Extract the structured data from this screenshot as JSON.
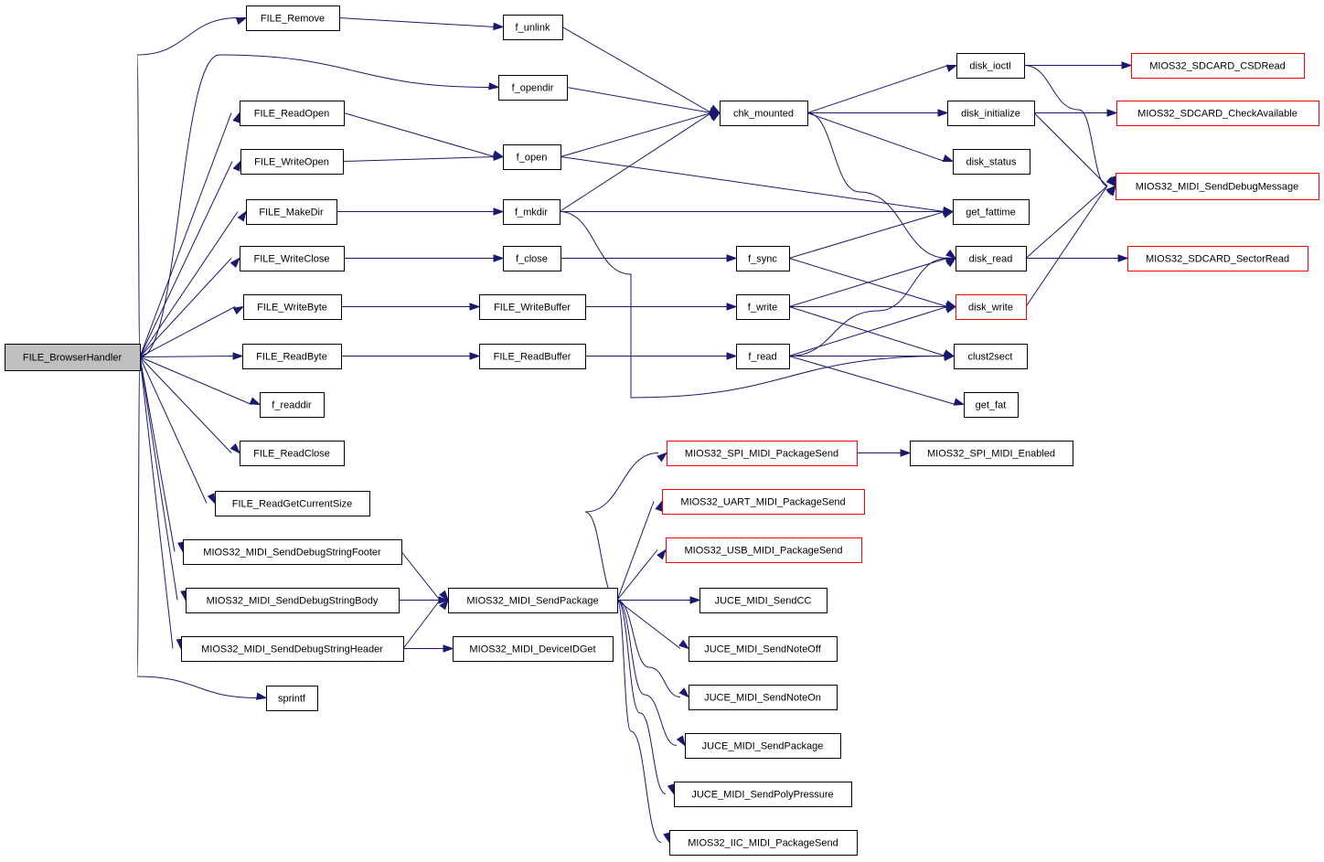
{
  "nodes": {
    "browser": {
      "label": "FILE_BrowserHandler",
      "root": true
    },
    "remove": {
      "label": "FILE_Remove"
    },
    "readopen": {
      "label": "FILE_ReadOpen"
    },
    "writeopen": {
      "label": "FILE_WriteOpen"
    },
    "makedir": {
      "label": "FILE_MakeDir"
    },
    "writeclose": {
      "label": "FILE_WriteClose"
    },
    "writebyte": {
      "label": "FILE_WriteByte"
    },
    "readbyte": {
      "label": "FILE_ReadByte"
    },
    "readdir": {
      "label": "f_readdir"
    },
    "readclose": {
      "label": "FILE_ReadClose"
    },
    "readgetsize": {
      "label": "FILE_ReadGetCurrentSize"
    },
    "dbgfooter": {
      "label": "MIOS32_MIDI_SendDebugStringFooter"
    },
    "dbgbody": {
      "label": "MIOS32_MIDI_SendDebugStringBody"
    },
    "dbgheader": {
      "label": "MIOS32_MIDI_SendDebugStringHeader"
    },
    "sprintf": {
      "label": "sprintf"
    },
    "unlink": {
      "label": "f_unlink"
    },
    "opendir": {
      "label": "f_opendir"
    },
    "fopen": {
      "label": "f_open"
    },
    "mkdir": {
      "label": "f_mkdir"
    },
    "fclose": {
      "label": "f_close"
    },
    "writebuf": {
      "label": "FILE_WriteBuffer"
    },
    "readbuf": {
      "label": "FILE_ReadBuffer"
    },
    "sendpkg": {
      "label": "MIOS32_MIDI_SendPackage"
    },
    "deviceid": {
      "label": "MIOS32_MIDI_DeviceIDGet"
    },
    "chkmounted": {
      "label": "chk_mounted"
    },
    "fsync": {
      "label": "f_sync"
    },
    "fwrite": {
      "label": "f_write"
    },
    "fread": {
      "label": "f_read"
    },
    "spipkg": {
      "label": "MIOS32_SPI_MIDI_PackageSend",
      "truncated": true
    },
    "uartpkg": {
      "label": "MIOS32_UART_MIDI_PackageSend",
      "truncated": true
    },
    "usbpkg": {
      "label": "MIOS32_USB_MIDI_PackageSend",
      "truncated": true
    },
    "jcc": {
      "label": "JUCE_MIDI_SendCC"
    },
    "jnoteoff": {
      "label": "JUCE_MIDI_SendNoteOff"
    },
    "jnoteon": {
      "label": "JUCE_MIDI_SendNoteOn"
    },
    "jpackage": {
      "label": "JUCE_MIDI_SendPackage"
    },
    "jpoly": {
      "label": "JUCE_MIDI_SendPolyPressure"
    },
    "iicpkg": {
      "label": "MIOS32_IIC_MIDI_PackageSend"
    },
    "diskioctl": {
      "label": "disk_ioctl"
    },
    "diskinit": {
      "label": "disk_initialize"
    },
    "diskstatus": {
      "label": "disk_status"
    },
    "getfattime": {
      "label": "get_fattime"
    },
    "diskread": {
      "label": "disk_read"
    },
    "diskwrite": {
      "label": "disk_write",
      "truncated": true
    },
    "clust2sect": {
      "label": "clust2sect"
    },
    "getfat": {
      "label": "get_fat"
    },
    "spienabled": {
      "label": "MIOS32_SPI_MIDI_Enabled"
    },
    "csdread": {
      "label": "MIOS32_SDCARD_CSDRead",
      "truncated": true
    },
    "checkavail": {
      "label": "MIOS32_SDCARD_CheckAvailable",
      "truncated": true
    },
    "debugmsg": {
      "label": "MIOS32_MIDI_SendDebugMessage",
      "truncated": true
    },
    "sectorread": {
      "label": "MIOS32_SDCARD_SectorRead",
      "truncated": true
    }
  },
  "edges": [
    [
      "browser",
      "remove"
    ],
    [
      "browser",
      "opendir"
    ],
    [
      "browser",
      "readopen"
    ],
    [
      "browser",
      "writeopen"
    ],
    [
      "browser",
      "makedir"
    ],
    [
      "browser",
      "writeclose"
    ],
    [
      "browser",
      "writebyte"
    ],
    [
      "browser",
      "readbyte"
    ],
    [
      "browser",
      "readdir"
    ],
    [
      "browser",
      "readclose"
    ],
    [
      "browser",
      "readgetsize"
    ],
    [
      "browser",
      "dbgfooter"
    ],
    [
      "browser",
      "dbgbody"
    ],
    [
      "browser",
      "dbgheader"
    ],
    [
      "browser",
      "sprintf"
    ],
    [
      "remove",
      "unlink"
    ],
    [
      "readopen",
      "fopen"
    ],
    [
      "writeopen",
      "fopen"
    ],
    [
      "makedir",
      "mkdir"
    ],
    [
      "writeclose",
      "fclose"
    ],
    [
      "writebyte",
      "writebuf"
    ],
    [
      "readbyte",
      "readbuf"
    ],
    [
      "dbgfooter",
      "sendpkg"
    ],
    [
      "dbgbody",
      "sendpkg"
    ],
    [
      "dbgheader",
      "sendpkg"
    ],
    [
      "dbgheader",
      "deviceid"
    ],
    [
      "unlink",
      "chkmounted"
    ],
    [
      "opendir",
      "chkmounted"
    ],
    [
      "fopen",
      "chkmounted"
    ],
    [
      "fopen",
      "getfattime"
    ],
    [
      "mkdir",
      "chkmounted"
    ],
    [
      "mkdir",
      "getfattime"
    ],
    [
      "mkdir",
      "clust2sect"
    ],
    [
      "fclose",
      "fsync"
    ],
    [
      "writebuf",
      "fwrite"
    ],
    [
      "readbuf",
      "fread"
    ],
    [
      "sendpkg",
      "spipkg"
    ],
    [
      "sendpkg",
      "uartpkg"
    ],
    [
      "sendpkg",
      "usbpkg"
    ],
    [
      "sendpkg",
      "jcc"
    ],
    [
      "sendpkg",
      "jnoteoff"
    ],
    [
      "sendpkg",
      "jnoteon"
    ],
    [
      "sendpkg",
      "jpackage"
    ],
    [
      "sendpkg",
      "jpoly"
    ],
    [
      "sendpkg",
      "iicpkg"
    ],
    [
      "chkmounted",
      "diskioctl"
    ],
    [
      "chkmounted",
      "diskinit"
    ],
    [
      "chkmounted",
      "diskstatus"
    ],
    [
      "chkmounted",
      "diskread"
    ],
    [
      "fsync",
      "getfattime"
    ],
    [
      "fsync",
      "diskwrite"
    ],
    [
      "fwrite",
      "diskread"
    ],
    [
      "fwrite",
      "diskwrite"
    ],
    [
      "fwrite",
      "clust2sect"
    ],
    [
      "fread",
      "diskread"
    ],
    [
      "fread",
      "diskwrite"
    ],
    [
      "fread",
      "clust2sect"
    ],
    [
      "fread",
      "getfat"
    ],
    [
      "spipkg",
      "spienabled"
    ],
    [
      "diskioctl",
      "csdread"
    ],
    [
      "diskioctl",
      "debugmsg"
    ],
    [
      "diskinit",
      "checkavail"
    ],
    [
      "diskinit",
      "debugmsg"
    ],
    [
      "diskread",
      "sectorread"
    ],
    [
      "diskread",
      "debugmsg"
    ],
    [
      "diskwrite",
      "debugmsg"
    ]
  ],
  "colors": {
    "edge": "#191970",
    "root_fill": "#bfbfbf",
    "truncated_border": "#ff0000",
    "border": "#000000"
  }
}
